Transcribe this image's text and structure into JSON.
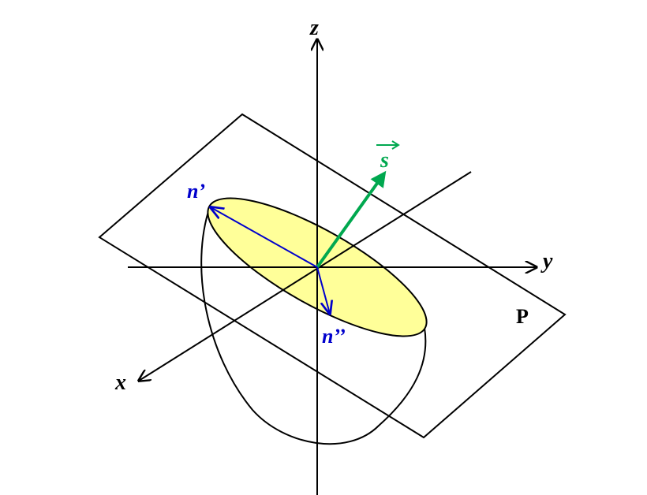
{
  "labels": {
    "z": "z",
    "y": "y",
    "x": "x",
    "s": "s",
    "n_prime": "n’",
    "n_double_prime": "n’’",
    "plane": "P"
  },
  "colors": {
    "line": "#000000",
    "ellipse_fill": "#ffff99",
    "s_vector": "#00a84f",
    "normal_vectors": "#0000cc"
  }
}
